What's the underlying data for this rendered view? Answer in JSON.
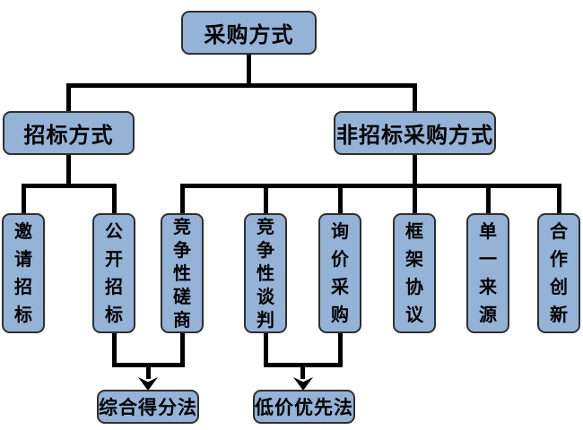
{
  "nodes": {
    "root": "采购方式",
    "bidding": "招标方式",
    "non_bidding": "非招标采购方式",
    "invited_bidding": "邀请招标",
    "open_bidding": "公开招标",
    "competitive_consultation": "竞争性磋商",
    "competitive_negotiation": "竞争性谈判",
    "inquiry_procurement": "询价采购",
    "framework_agreement": "框架协议",
    "single_source": "单一来源",
    "cooperative_innovation": "合作创新",
    "comprehensive_scoring_method": "综合得分法",
    "low_price_priority_method": "低价优先法"
  },
  "structure": {
    "root": "采购方式",
    "children": [
      {
        "label": "招标方式",
        "children": [
          "邀请招标",
          "公开招标"
        ]
      },
      {
        "label": "非招标采购方式",
        "children": [
          "竞争性磋商",
          "竞争性谈判",
          "询价采购",
          "框架协议",
          "单一来源",
          "合作创新"
        ]
      }
    ],
    "arrow_results": [
      {
        "label": "综合得分法",
        "from": [
          "公开招标",
          "竞争性磋商"
        ]
      },
      {
        "label": "低价优先法",
        "from": [
          "竞争性谈判",
          "询价采购"
        ]
      }
    ]
  },
  "colors": {
    "box_fill": "#95b3d7",
    "box_border": "#2f2f2f",
    "connector": "#000000",
    "background": "#ffffff",
    "text": "#000000"
  }
}
